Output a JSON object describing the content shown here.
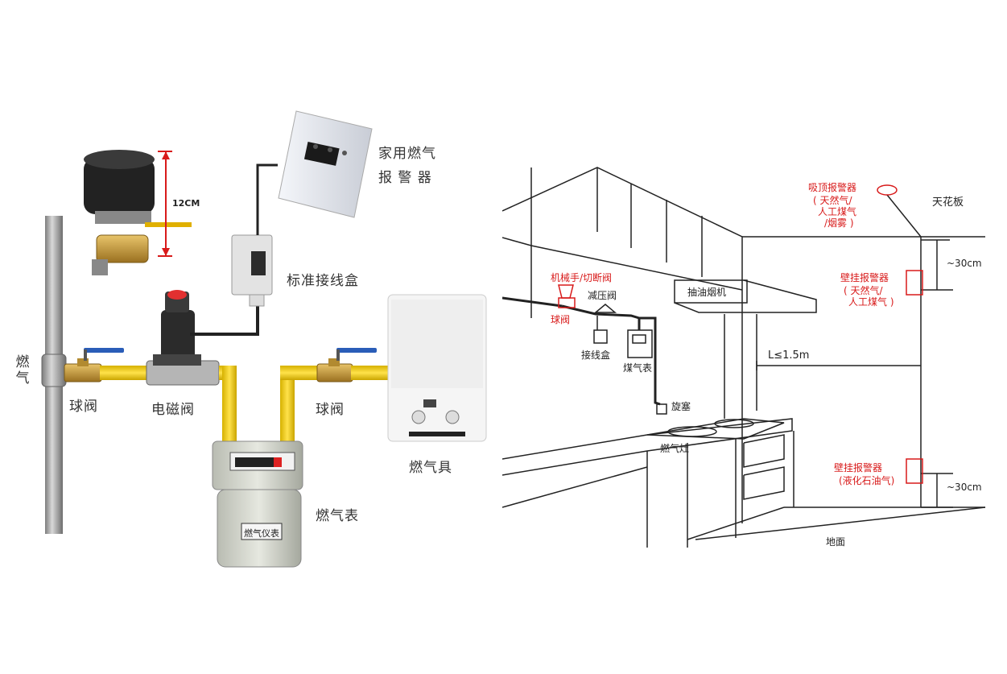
{
  "left": {
    "gas_pipe_label": "燃气",
    "manipulator_height": "12CM",
    "alarm_label": [
      "家用燃气",
      "报 警 器"
    ],
    "junction_box_label": "标准接线盒",
    "ball_valve_left": "球阀",
    "solenoid_valve": "电磁阀",
    "ball_valve_right": "球阀",
    "gas_appliance": "燃气具",
    "gas_meter": "燃气表",
    "meter_plate": "燃气仪表"
  },
  "right": {
    "ceiling_alarm": [
      "吸顶报警器",
      "( 天然气/",
      "人工煤气",
      "/烟雾 )"
    ],
    "ceiling": "天花板",
    "wall_alarm_top": [
      "壁挂报警器",
      "( 天然气/",
      "人工煤气 )"
    ],
    "wall_alarm_bottom": [
      "壁挂报警器",
      "(液化石油气)"
    ],
    "dist_top": "~30cm",
    "dist_bottom": "~30cm",
    "manipulator_valve": "机械手/切断阀",
    "pressure_valve": "减压阀",
    "ball_valve": "球阀",
    "junction_box": "接线盒",
    "gas_meter": "煤气表",
    "range_hood": "抽油烟机",
    "distance": "L≤1.5m",
    "plug_valve": "旋塞",
    "stove": "燃气灶",
    "floor": "地面"
  },
  "colors": {
    "yellow_hose": "#f2cf1a",
    "red_text": "#d81a1a",
    "brass": "#c89a3c"
  }
}
